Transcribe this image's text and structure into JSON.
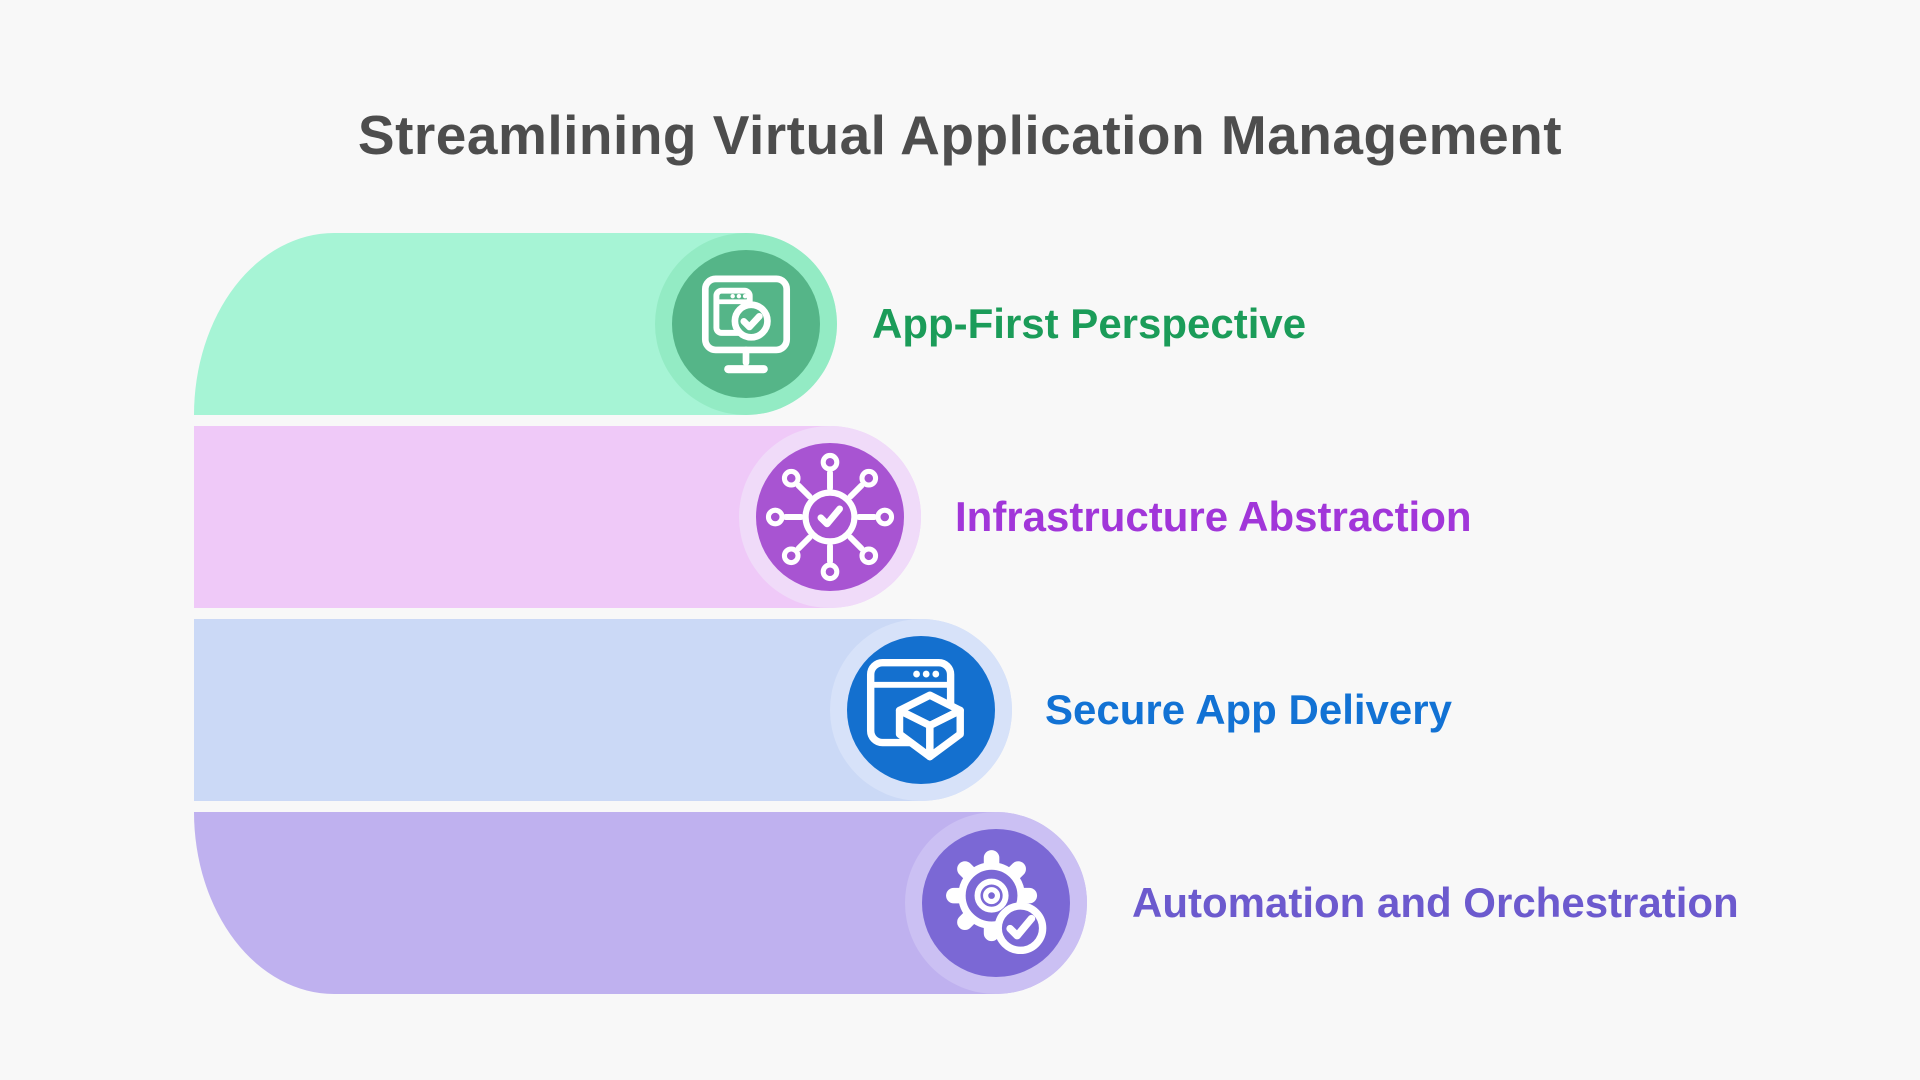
{
  "title": "Streamlining Virtual Application Management",
  "title_color": "#4D4D4D",
  "background_color": "#F8F8F8",
  "icon_stroke_color": "#FFFFFF",
  "rows": [
    {
      "label": "App-First Perspective",
      "icon": "monitor-app-check-icon",
      "bar_color": "#A6F4D5",
      "cap_color": "#93EBC4",
      "icon_bg": "#55B588",
      "text_color": "#1B9C59"
    },
    {
      "label": "Infrastructure Abstraction",
      "icon": "network-hub-check-icon",
      "bar_color": "#EFC9F8",
      "cap_color": "#F0DBF9",
      "icon_bg": "#A854D2",
      "text_color": "#A136D9"
    },
    {
      "label": "Secure App Delivery",
      "icon": "browser-package-icon",
      "bar_color": "#CBD9F6",
      "cap_color": "#D7E2F9",
      "icon_bg": "#1470CF",
      "text_color": "#1272D4"
    },
    {
      "label": "Automation and Orchestration",
      "icon": "gear-check-icon",
      "bar_color": "#BFB1EF",
      "cap_color": "#CBC0F3",
      "icon_bg": "#7B68D5",
      "text_color": "#6C5ACE"
    }
  ]
}
